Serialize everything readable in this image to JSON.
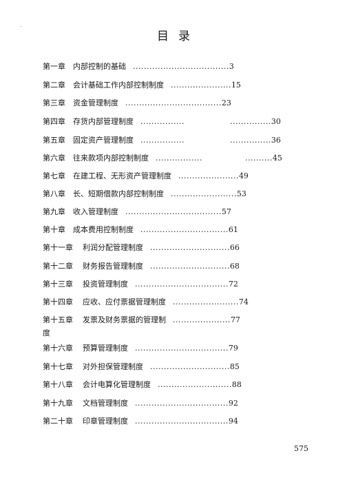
{
  "header": {
    "mark": "."
  },
  "title": "目录",
  "entries": [
    {
      "chapter": "第一章",
      "name": "内部控制的基础",
      "lead1": "...................................",
      "page": "3"
    },
    {
      "chapter": "第二章",
      "name": "会计基础工作内部控制制度",
      "lead1": "......................",
      "page": "15"
    },
    {
      "chapter": "第三章",
      "name": "资金管理制度",
      "lead1": "...................................",
      "page": "23"
    },
    {
      "chapter": "第四章",
      "name": "存货内部管理制度",
      "lead1": "................",
      "lead2": "...............",
      "page": "30"
    },
    {
      "chapter": "第五章",
      "name": "固定资产管理制度",
      "lead1": "................",
      "lead2": "...............",
      "page": "36"
    },
    {
      "chapter": "第六章",
      "name": "往来款项内部控制制度",
      "lead1": ".................",
      "lead2": "..........",
      "page": "45"
    },
    {
      "chapter": "第七章",
      "name": "在建工程、无形资产管理制度",
      "lead1": "......................",
      "page": "49"
    },
    {
      "chapter": "第八章",
      "name": "长、短期借款内部控制制度",
      "lead1": "........................",
      "page": "53"
    },
    {
      "chapter": "第九章",
      "name": "收入管理制度",
      "lead1": "...................................",
      "page": "57"
    },
    {
      "chapter": "第十章",
      "name": "成本费用控制制度",
      "lead1": "................................",
      "page": "61"
    },
    {
      "chapter": "第十一章",
      "name": "利润分配管理制度",
      "lead1": ".............................",
      "page": "66"
    },
    {
      "chapter": "第十二章",
      "name": "财务报告管理制度",
      "lead1": ".............................",
      "page": "68"
    },
    {
      "chapter": "第十三章",
      "name": "投资管理制度",
      "lead1": "..................................",
      "page": "72"
    },
    {
      "chapter": "第十四章",
      "name": "应收、应付票据管理制度",
      "lead1": "........................",
      "page": "74"
    },
    {
      "chapter": "第十五章",
      "name": "发票及财务票据的管理制",
      "lead1": ".....................",
      "page": "77",
      "wrap": "度"
    },
    {
      "chapter": "第十六章",
      "name": "预算管理制度",
      "lead1": "..................................",
      "page": "79"
    },
    {
      "chapter": "第十七章",
      "name": "对外担保管理制度",
      "lead1": ".............................",
      "page": "85"
    },
    {
      "chapter": "第十八章",
      "name": "会计电算化管理制度",
      "lead1": "...........................",
      "page": "88"
    },
    {
      "chapter": "第十九章",
      "name": "文档管理制度",
      "lead1": "..................................",
      "page": "92"
    },
    {
      "chapter": "第二十章",
      "name": "印章管理制度",
      "lead1": "..................................",
      "page": "94"
    }
  ],
  "footer": {
    "page_number": "575"
  }
}
